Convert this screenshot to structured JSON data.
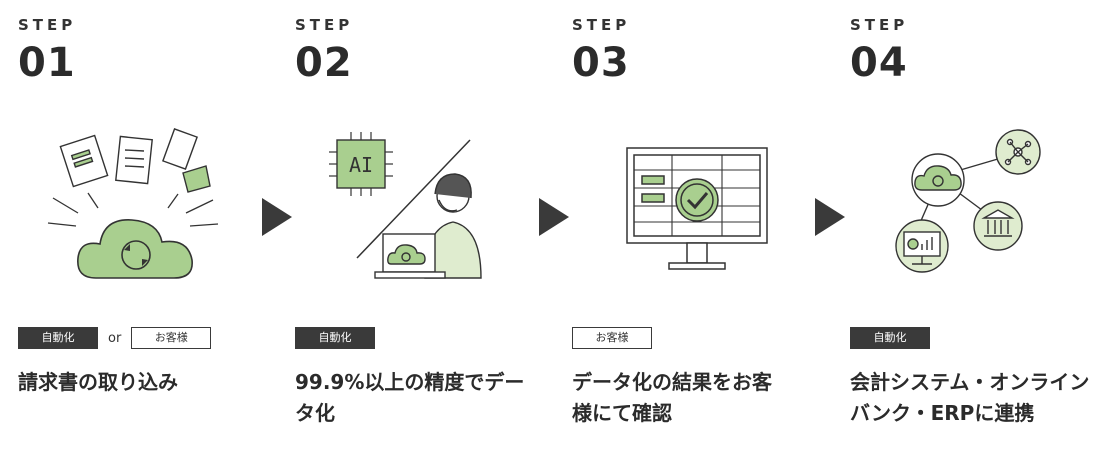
{
  "steps": [
    {
      "label": "STEP",
      "number": "01",
      "badges": [
        {
          "text": "自動化",
          "style": "dark"
        },
        {
          "text": "お客様",
          "style": "light"
        }
      ],
      "connector": "or",
      "title": "請求書の取り込み"
    },
    {
      "label": "STEP",
      "number": "02",
      "badges": [
        {
          "text": "自動化",
          "style": "dark"
        }
      ],
      "chip_text": "AI",
      "title": "99.9%以上の精度でデータ化"
    },
    {
      "label": "STEP",
      "number": "03",
      "badges": [
        {
          "text": "お客様",
          "style": "light"
        }
      ],
      "title": "データ化の結果をお客様にて確認"
    },
    {
      "label": "STEP",
      "number": "04",
      "badges": [
        {
          "text": "自動化",
          "style": "dark"
        }
      ],
      "title": "会計システム・オンラインバンク・ERPに連携"
    }
  ],
  "colors": {
    "accent_green": "#a9cf8f",
    "dark": "#3a3a3a",
    "line": "#333333"
  },
  "icons": [
    "cloud-sync-icon",
    "document-icon",
    "ai-chip-icon",
    "operator-icon",
    "laptop-icon",
    "monitor-check-icon",
    "network-icon",
    "bank-icon",
    "dashboard-icon"
  ]
}
